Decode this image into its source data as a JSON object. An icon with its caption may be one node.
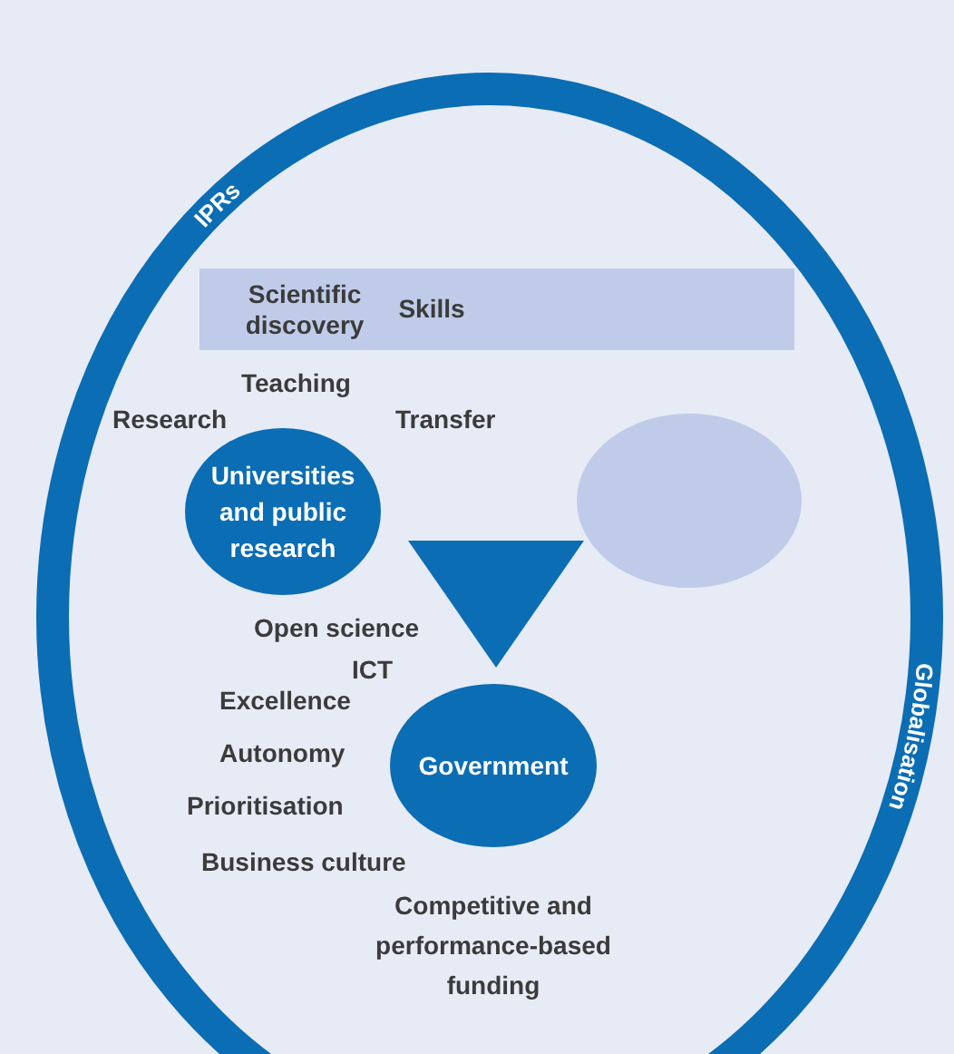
{
  "diagram": {
    "nodes": [
      {
        "text": [
          "IPRs",
          "Globalisation"
        ]
      },
      {
        "text": [
          "Scientific discovery",
          "Skills"
        ],
        "in": 0
      },
      {
        "text": [
          "Universities and public research"
        ],
        "in": 0
      },
      {
        "text": [],
        "shape": "circle",
        "in": 0
      },
      {
        "text": [],
        "shape": "triangle",
        "in": 0
      },
      {
        "text": [
          "Government"
        ],
        "in": 0
      }
    ],
    "labels": [
      "Teaching",
      "Research",
      "Transfer",
      "Open science",
      "ICT",
      "Excellence",
      "Autonomy",
      "Prioritisation",
      "Business culture",
      "Competitive and performance-based funding"
    ]
  }
}
